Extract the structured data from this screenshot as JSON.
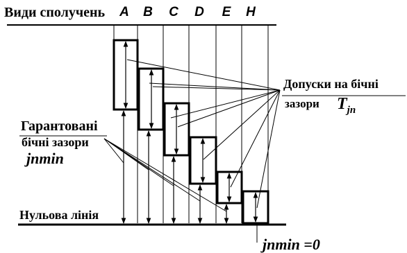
{
  "diagram": {
    "header_label": "Види сполучень",
    "columns": [
      "A",
      "B",
      "C",
      "D",
      "E",
      "H"
    ],
    "tolerance_label_line1": "Допуски  на бічні",
    "tolerance_label_line2": "зазори",
    "tolerance_symbol": "T",
    "tolerance_symbol_sub": "jn",
    "guaranteed_label_line1": "Гарантовані",
    "guaranteed_label_line2": "бічні зазори",
    "guaranteed_symbol": "jnmin",
    "zero_line_label": "Нульова лінія",
    "bottom_formula": "jnmin =0",
    "line_color": "#000000"
  }
}
